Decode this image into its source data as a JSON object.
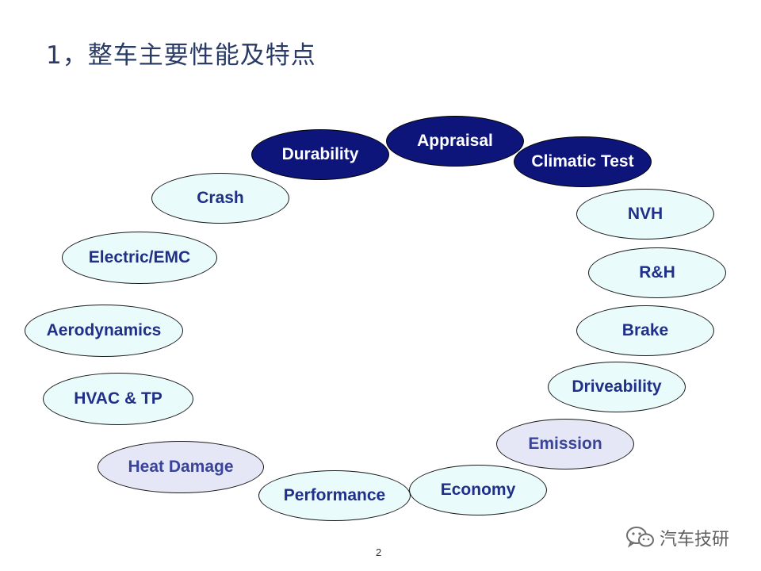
{
  "slide": {
    "title": "1，整车主要性能及特点",
    "page_number": "2"
  },
  "ovals": [
    {
      "id": "appraisal",
      "label": "Appraisal",
      "style": "dark"
    },
    {
      "id": "durability",
      "label": "Durability",
      "style": "dark"
    },
    {
      "id": "climatic-test",
      "label": "Climatic Test",
      "style": "dark"
    },
    {
      "id": "crash",
      "label": "Crash",
      "style": "light"
    },
    {
      "id": "nvh",
      "label": "NVH",
      "style": "light"
    },
    {
      "id": "electric-emc",
      "label": "Electric/EMC",
      "style": "light"
    },
    {
      "id": "r-and-h",
      "label": "R&H",
      "style": "light"
    },
    {
      "id": "aerodynamics",
      "label": "Aerodynamics",
      "style": "light"
    },
    {
      "id": "brake",
      "label": "Brake",
      "style": "light"
    },
    {
      "id": "hvac-tp",
      "label": "HVAC & TP",
      "style": "light"
    },
    {
      "id": "driveability",
      "label": "Driveability",
      "style": "light"
    },
    {
      "id": "heat-damage",
      "label": "Heat Damage",
      "style": "lavender"
    },
    {
      "id": "emission",
      "label": "Emission",
      "style": "lavender"
    },
    {
      "id": "performance",
      "label": "Performance",
      "style": "light"
    },
    {
      "id": "economy",
      "label": "Economy",
      "style": "light"
    }
  ],
  "watermark": {
    "icon": "wechat-icon",
    "text": "汽车技研"
  },
  "colors": {
    "title": "#2a3b66",
    "dark_fill": "#0d157a",
    "light_fill": "#e9fbfb",
    "lavender_fill": "#e6e7f6",
    "label_blue": "#1f2f8a"
  }
}
